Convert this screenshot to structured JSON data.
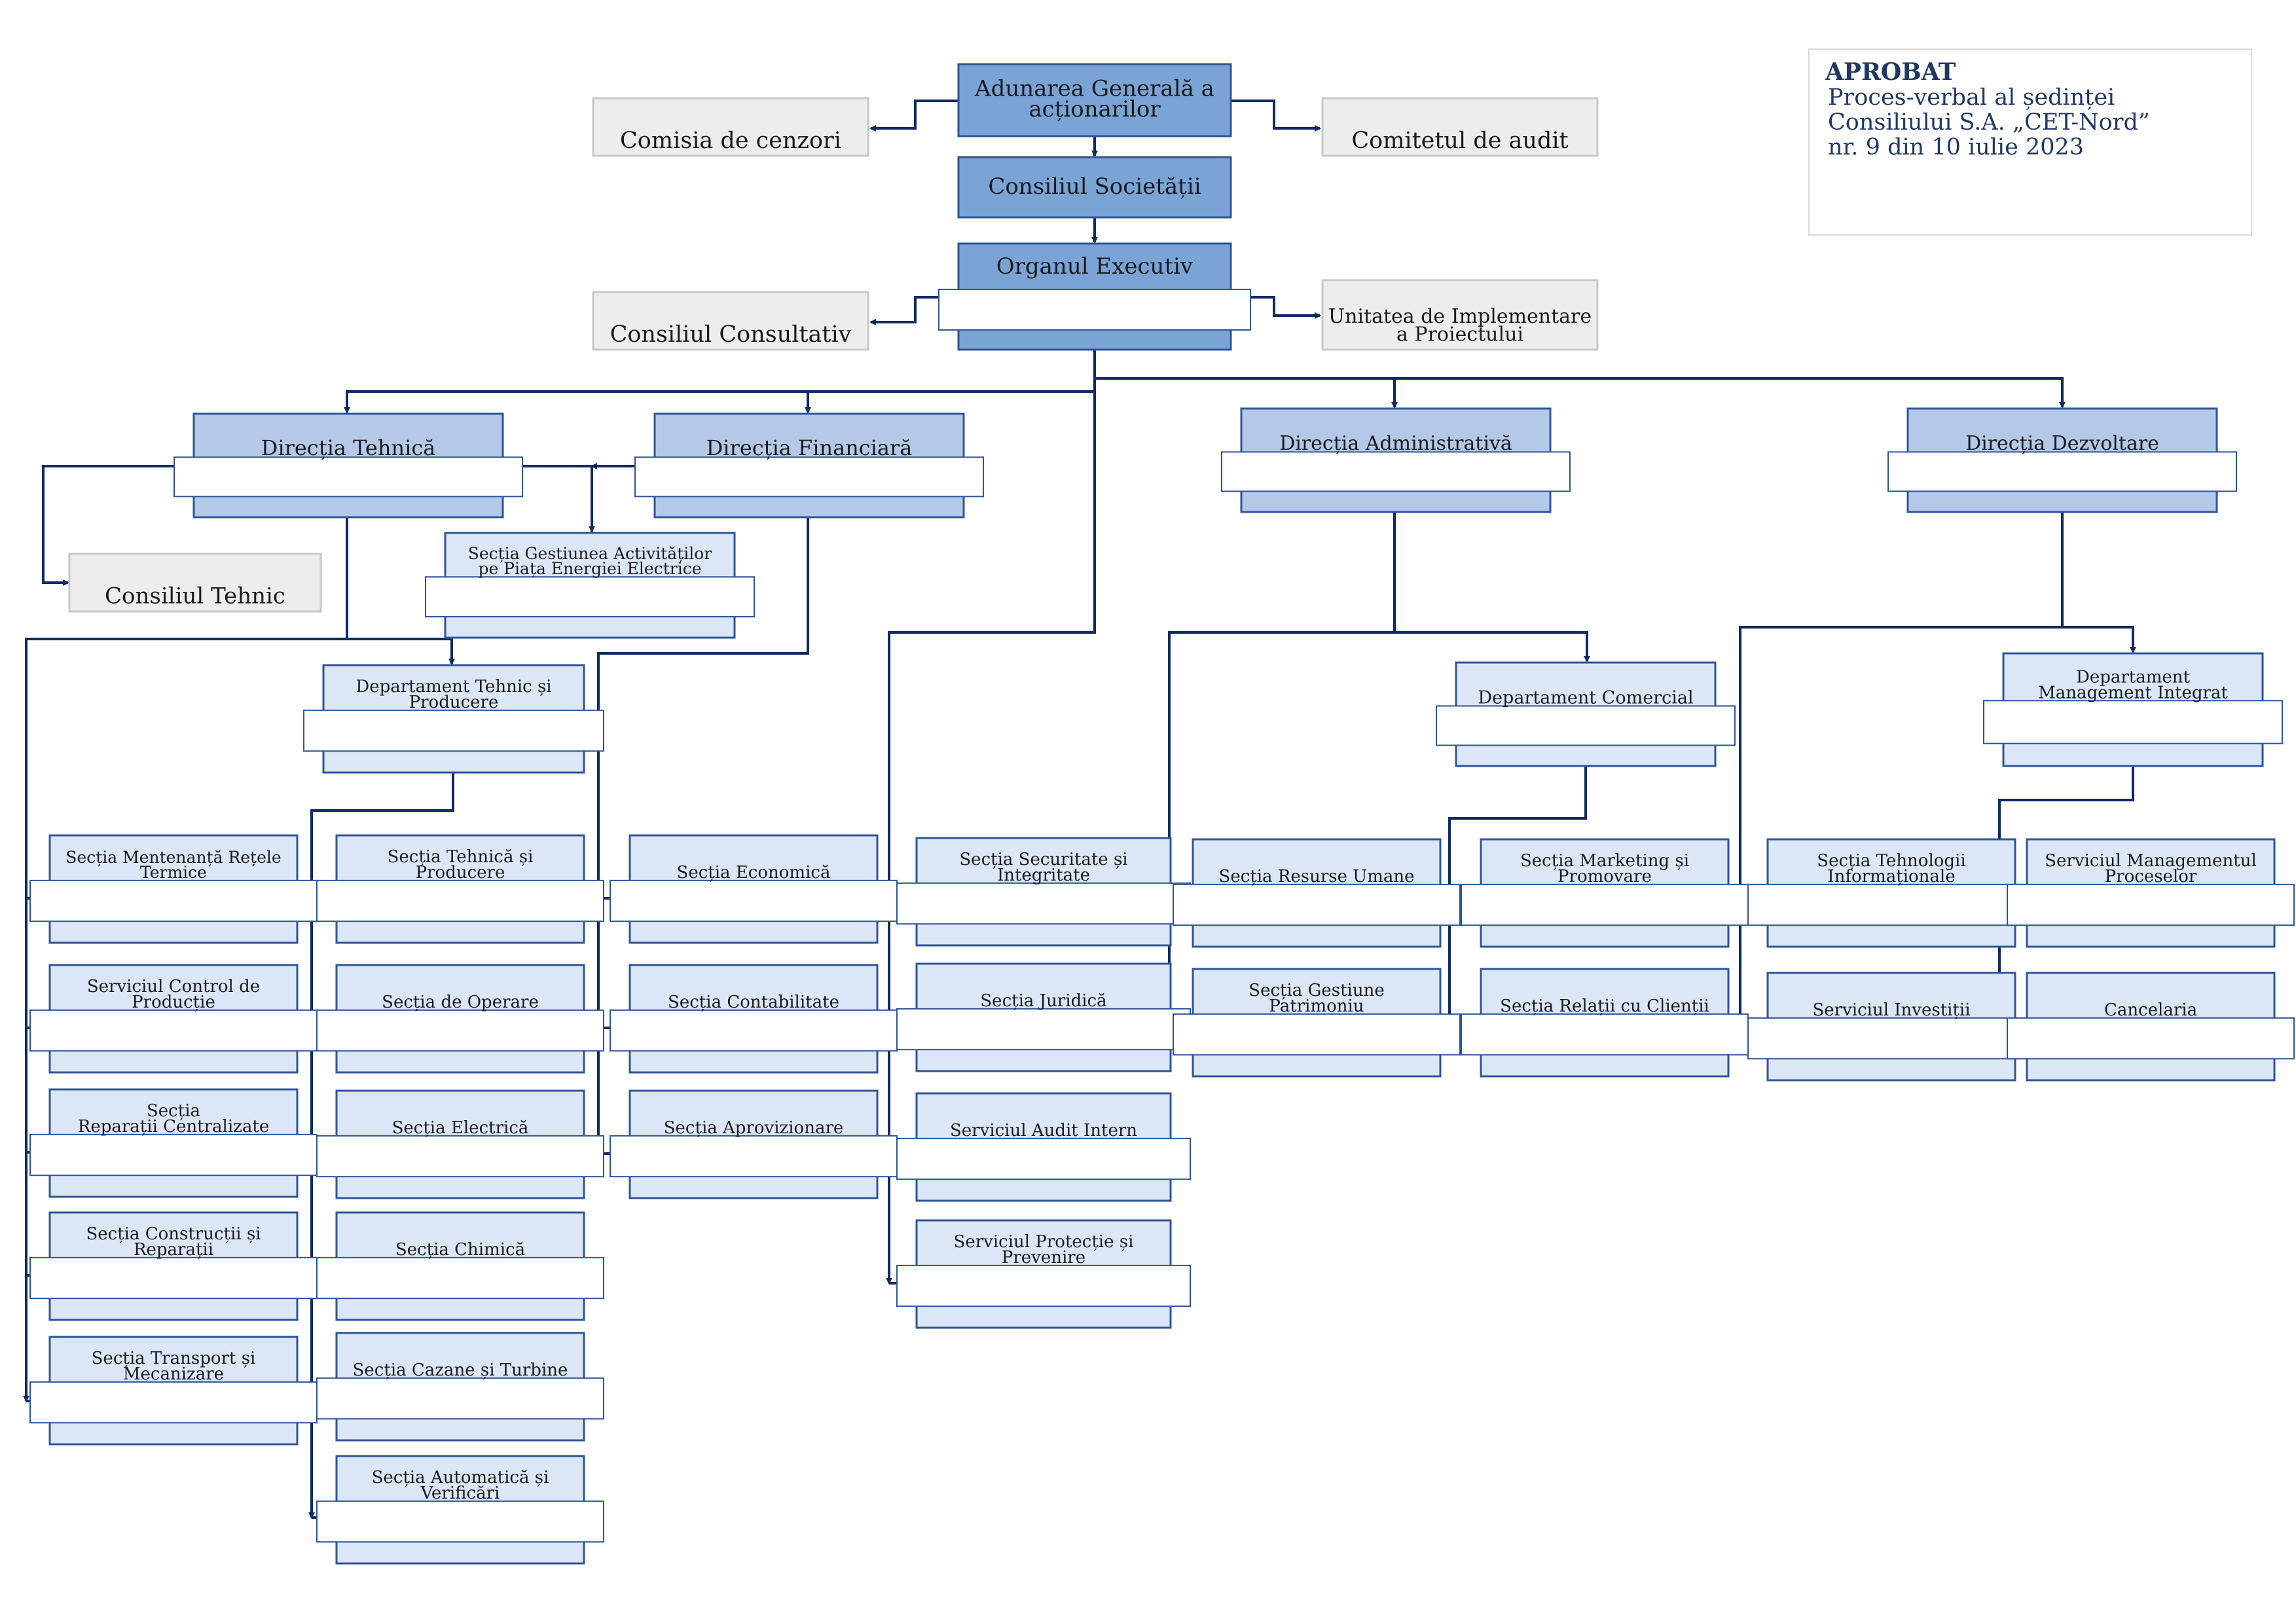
{
  "colors": {
    "line": "#0f2a62",
    "top_fill": "#7aa3d6",
    "top_border": "#2f5597",
    "dir_fill": "#b4c9e8",
    "unit_fill": "#dbe7f6",
    "gray_fill": "#ededed",
    "gray_border": "#c8c8c8",
    "white": "#ffffff",
    "title": "#1f3864"
  },
  "approval": {
    "title": "APROBAT",
    "line1": "Proces-verbal al ședinței",
    "line2": "Consiliului S.A. „CET-Nord”",
    "line3": "nr. 9  din 10 iulie 2023"
  },
  "nodes": {
    "adunarea": [
      "Adunarea Generală a",
      "acționarilor"
    ],
    "cenzori": [
      "Comisia de cenzori"
    ],
    "audit": [
      "Comitetul de audit"
    ],
    "consiliul": [
      "Consiliul Societății"
    ],
    "executiv": [
      "Organul Executiv"
    ],
    "consultativ": [
      "Consiliul Consultativ"
    ],
    "uip": [
      "Unitatea de Implementare",
      "a Proiectului"
    ],
    "dir_tehnica": [
      "Direcția Tehnică"
    ],
    "dir_financiara": [
      "Direcția Financiară"
    ],
    "dir_admin": [
      "Direcția Administrativă"
    ],
    "dir_dezvoltare": [
      "Direcția Dezvoltare"
    ],
    "consiliul_tehnic": [
      "Consiliul Tehnic"
    ],
    "gestiunea": [
      "Secția Gestiunea Activităților",
      "pe Piața Energiei Electrice"
    ],
    "dept_tehnic": [
      "Departament Tehnic și",
      "Producere"
    ],
    "dept_comercial": [
      "Departament Comercial"
    ],
    "dept_mgmt": [
      "Departament",
      "Management Integrat"
    ],
    "mentenanta": [
      "Secția Mentenanță Rețele",
      "Termice"
    ],
    "control": [
      "Serviciul  Control de",
      "Producție"
    ],
    "reparatii": [
      "Secția",
      "Reparații Centralizate"
    ],
    "constructii": [
      "Secția Construcții și",
      "Reparații"
    ],
    "transport": [
      "Secția Transport și",
      "Mecanizare"
    ],
    "tehnica_prod": [
      "Secția Tehnică și",
      "Producere"
    ],
    "operare": [
      "Secția de Operare"
    ],
    "electrica": [
      "Secția Electrică"
    ],
    "chimica": [
      "Secția Chimică"
    ],
    "cazane": [
      "Secția Cazane și Turbine"
    ],
    "automatica": [
      "Secția Automatică și",
      "Verificări"
    ],
    "economica": [
      "Secția Economică"
    ],
    "contabilitate": [
      "Secția Contabilitate"
    ],
    "aprovizionare": [
      "Secția Aprovizionare"
    ],
    "securitate": [
      "Secția Securitate și",
      "Integritate"
    ],
    "juridica": [
      "Secția Juridică"
    ],
    "audit_intern": [
      "Serviciul Audit Intern"
    ],
    "protectie": [
      "Serviciul  Protecție și",
      "Prevenire"
    ],
    "resurse": [
      "Secția Resurse Umane"
    ],
    "patrimoniu": [
      "Secția Gestiune",
      "Patrimoniu"
    ],
    "marketing": [
      "Secția Marketing și",
      "Promovare"
    ],
    "relatii": [
      "Secția Relații cu Clienții"
    ],
    "it": [
      "Secția Tehnologii",
      "Informaționale"
    ],
    "investitii": [
      "Serviciul  Investiții"
    ],
    "procese": [
      "Serviciul Managementul",
      "Proceselor"
    ],
    "cancelaria": [
      "Cancelaria"
    ]
  }
}
